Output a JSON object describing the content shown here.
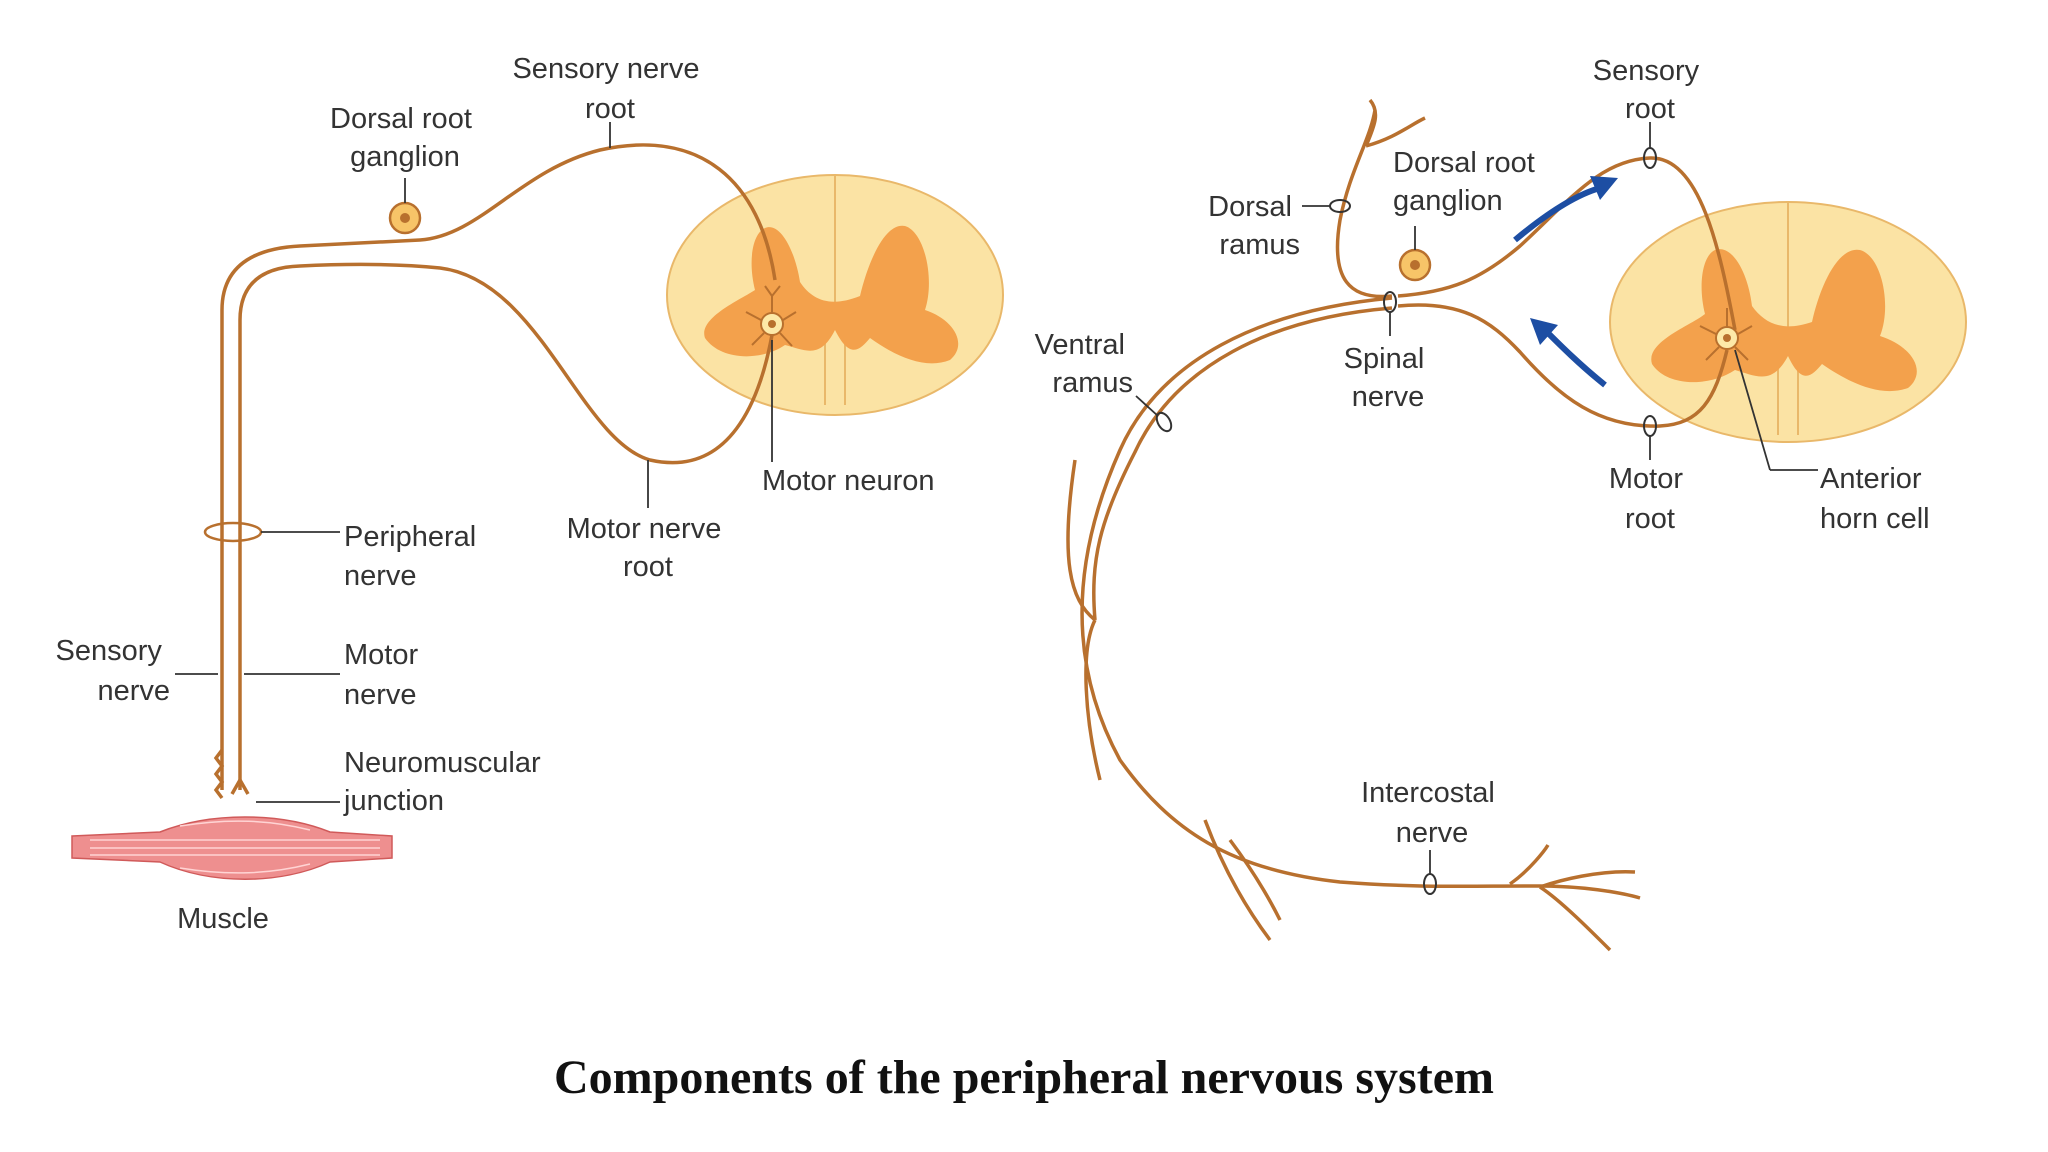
{
  "caption": "Components of  the peripheral nervous system",
  "colors": {
    "nerve": "#b8702e",
    "cord_white_matter": "#fbe3a4",
    "cord_grey_matter": "#f3a14c",
    "muscle": "#ee8f8f",
    "arrow": "#1d4ea3"
  },
  "left_diagram": {
    "dorsal_root_ganglion": [
      "Dorsal root",
      "ganglion"
    ],
    "sensory_nerve_root": [
      "Sensory nerve",
      "root"
    ],
    "motor_neuron": "Motor neuron",
    "motor_nerve_root": [
      "Motor nerve",
      "root"
    ],
    "peripheral_nerve": [
      "Peripheral",
      "nerve"
    ],
    "sensory_nerve": [
      "Sensory",
      "nerve"
    ],
    "motor_nerve": [
      "Motor",
      "nerve"
    ],
    "neuromuscular_junction": [
      "Neuromuscular",
      "junction"
    ],
    "muscle": "Muscle"
  },
  "right_diagram": {
    "sensory_root": [
      "Sensory",
      "root"
    ],
    "dorsal_root_ganglion": [
      "Dorsal root",
      "ganglion"
    ],
    "dorsal_ramus": [
      "Dorsal",
      "ramus"
    ],
    "ventral_ramus": [
      "Ventral",
      "ramus"
    ],
    "spinal_nerve": [
      "Spinal",
      "nerve"
    ],
    "motor_root": [
      "Motor",
      "root"
    ],
    "anterior_horn_cell": [
      "Anterior",
      "horn cell"
    ],
    "intercostal_nerve": [
      "Intercostal",
      "nerve"
    ]
  }
}
